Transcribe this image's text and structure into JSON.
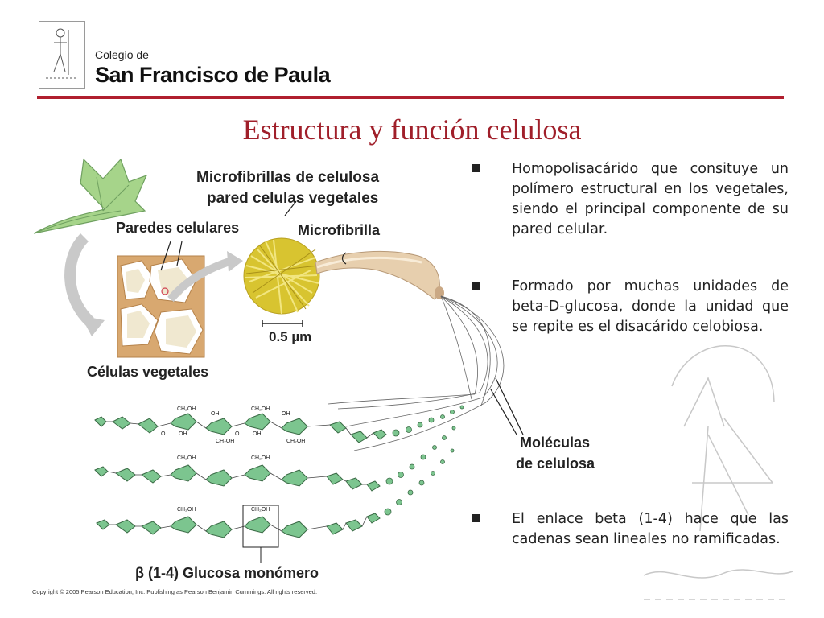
{
  "logo": {
    "line1": "Colegio de",
    "line2": "San Francisco de Paula"
  },
  "title": "Estructura y función celulosa",
  "diagram": {
    "microfibrils_heading_line1": "Microfibrillas de celulosa",
    "microfibrils_heading_line2": "pared celulas vegetales",
    "cell_walls_label": "Paredes celulares",
    "microfibril_label": "Microfibrilla",
    "scale_label": "0.5 µm",
    "plant_cells_label": "Células vegetales",
    "molecules_label_line1": "Moléculas",
    "molecules_label_line2": "de celulosa",
    "monomer_label": "β (1-4) Glucosa monómero",
    "ring_labels": {
      "ch2oh": "CH₂OH",
      "oh": "OH",
      "o": "O"
    }
  },
  "bullets": [
    "Homopolisacárido que consituye un polímero estructural en los vegetales, siendo el principal componente de su pared celular.",
    "Formado por muchas unidades de beta-D-glucosa, donde la unidad que se repite es el disacárido celobiosa.",
    "El enlace beta (1-4) hace que las cadenas sean lineales no ramificadas."
  ],
  "copyright": "Copyright © 2005 Pearson Education, Inc. Publishing as Pearson Benjamin Cummings. All rights reserved.",
  "colors": {
    "title": "#a01f2a",
    "rule": "#b01f2e",
    "ring_fill": "#7cc58f",
    "cell_wall": "#d8a870",
    "microfibril": "#e0d040"
  }
}
